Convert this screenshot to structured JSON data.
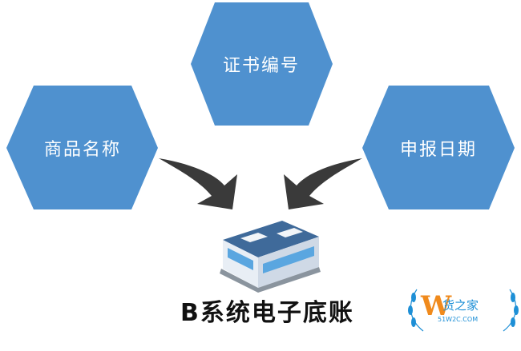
{
  "nodes": [
    {
      "id": "certificate-number",
      "label": "证书编号"
    },
    {
      "id": "product-name",
      "label": "商品名称"
    },
    {
      "id": "declaration-date",
      "label": "申报日期"
    }
  ],
  "result": {
    "label": "B系统电子底账"
  },
  "watermark": {
    "letter": "W",
    "text": "货之家",
    "url": "51W2C.COM"
  },
  "colors": {
    "hex": "#4f91cf",
    "arrow": "#3a3a3a",
    "building_roof": "#3f6a9a",
    "building_glass": "#5aa6e0",
    "accent": "#1d8fd6",
    "logo_orange": "#f08a1c"
  }
}
